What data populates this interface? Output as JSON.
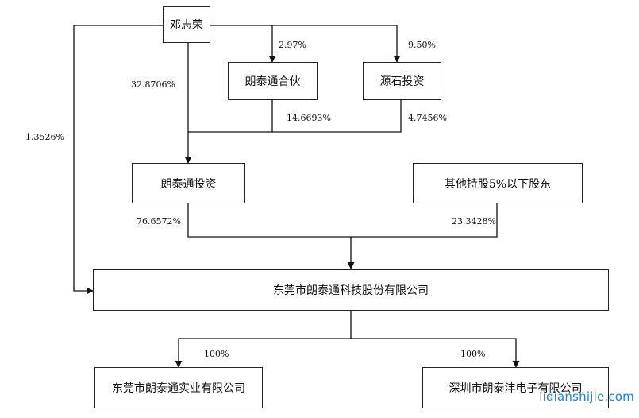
{
  "nodes": {
    "deng": "邓志荣",
    "langtai_partner": "朗泰通合伙",
    "yuanshi": "源石投资",
    "langtai_invest": "朗泰通投资",
    "other_holders": "其他持股5%以下股东",
    "company": "东莞市朗泰通科技股份有限公司",
    "industrial": "东莞市朗泰通实业有限公司",
    "shenzhen": "深圳市朗泰沣电子有限公司"
  },
  "percents": {
    "deng_to_partner": "2.97%",
    "deng_to_yuanshi": "9.50%",
    "deng_to_invest": "32.8706%",
    "deng_to_company": "1.3526%",
    "partner_to_invest": "14.6693%",
    "yuanshi_to_invest": "4.7456%",
    "invest_to_company": "76.6572%",
    "others_to_company": "23.3428%",
    "company_to_industrial": "100%",
    "company_to_shenzhen": "100%"
  },
  "watermark": "lidianshijie.com"
}
